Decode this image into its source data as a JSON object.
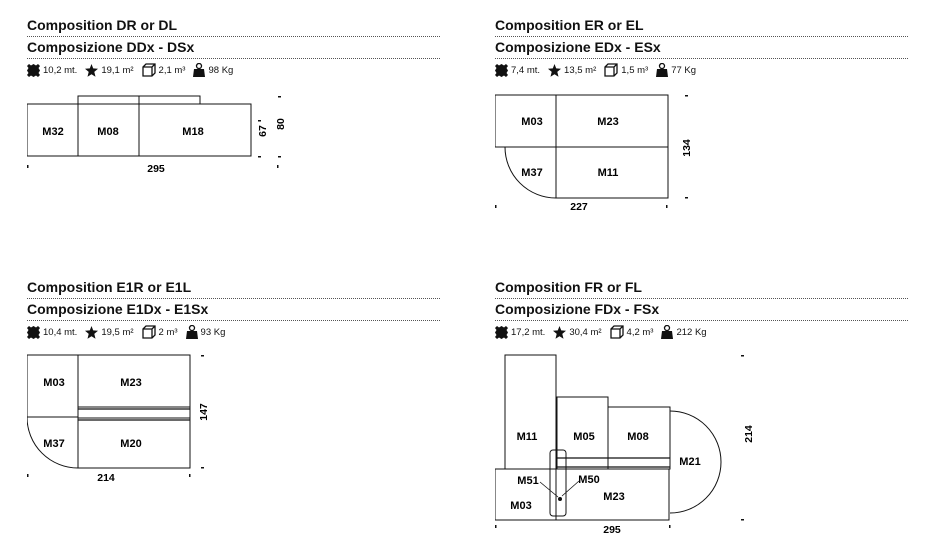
{
  "panels": [
    {
      "title": "Composition DR or DL",
      "subtitle": "Composizione DDx - DSx",
      "specs": {
        "length": "10,2 mt.",
        "surface": "19,1 m²",
        "volume": "2,1 m³",
        "weight": "98 Kg"
      },
      "modules": [
        "M32",
        "M08",
        "M18"
      ],
      "dims": {
        "width": "295",
        "depth": "67",
        "height": "80"
      }
    },
    {
      "title": "Composition ER or EL",
      "subtitle": "Composizione EDx - ESx",
      "specs": {
        "length": "7,4 mt.",
        "surface": "13,5 m²",
        "volume": "1,5 m³",
        "weight": "77 Kg"
      },
      "modules": [
        "M03",
        "M23",
        "M37",
        "M11"
      ],
      "dims": {
        "width": "227",
        "depth": "134"
      }
    },
    {
      "title": "Composition E1R or E1L",
      "subtitle": "Composizione E1Dx - E1Sx",
      "specs": {
        "length": "10,4 mt.",
        "surface": "19,5 m²",
        "volume": "2 m³",
        "weight": "93 Kg"
      },
      "modules": [
        "M03",
        "M23",
        "M37",
        "M20"
      ],
      "dims": {
        "width": "214",
        "depth": "147"
      }
    },
    {
      "title": "Composition FR or FL",
      "subtitle": "Composizione FDx - FSx",
      "specs": {
        "length": "17,2 mt.",
        "surface": "30,4 m²",
        "volume": "4,2 m³",
        "weight": "212 Kg"
      },
      "modules": [
        "M11",
        "M05",
        "M08",
        "M21",
        "M51",
        "M50",
        "M23",
        "M03"
      ],
      "dims": {
        "width": "295",
        "depth": "214"
      }
    }
  ]
}
